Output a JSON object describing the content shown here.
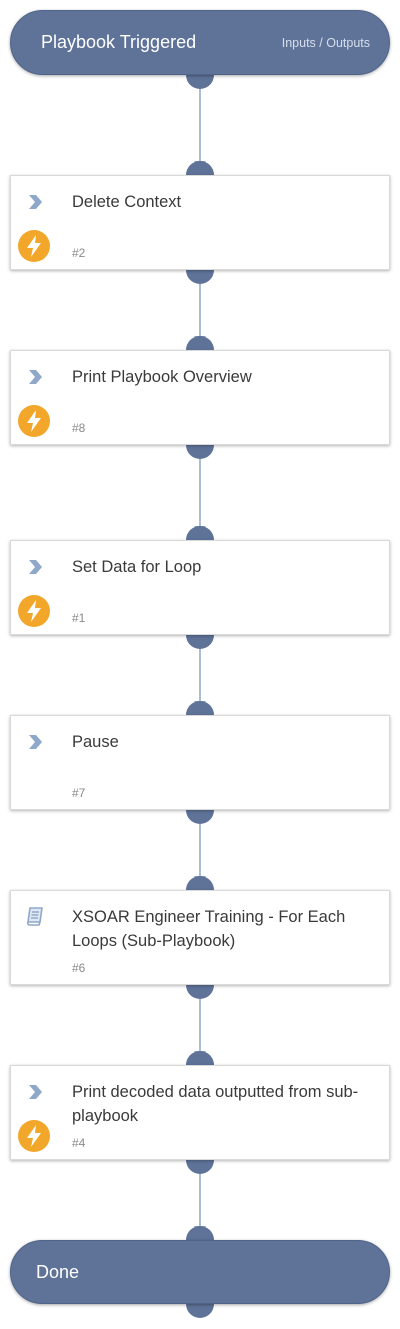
{
  "start": {
    "title": "Playbook Triggered",
    "io_label": "Inputs / Outputs"
  },
  "tasks": [
    {
      "name": "Delete Context",
      "number": "#2",
      "icon": "chevron-icon",
      "automation": true
    },
    {
      "name": "Print Playbook Overview",
      "number": "#8",
      "icon": "chevron-icon",
      "automation": true
    },
    {
      "name": "Set Data for Loop",
      "number": "#1",
      "icon": "chevron-icon",
      "automation": true
    },
    {
      "name": "Pause",
      "number": "#7",
      "icon": "chevron-icon",
      "automation": false
    },
    {
      "name": "XSOAR Engineer Training - For Each Loops (Sub-Playbook)",
      "number": "#6",
      "icon": "book-icon",
      "automation": false
    },
    {
      "name": "Print decoded data outputted from sub-playbook",
      "number": "#4",
      "icon": "chevron-icon",
      "automation": true
    }
  ],
  "end": {
    "title": "Done"
  },
  "colors": {
    "node": "#5f7399",
    "connector": "#8fa8c9",
    "automation_badge": "#f2a72b",
    "chevron": "#8fa8c9"
  }
}
